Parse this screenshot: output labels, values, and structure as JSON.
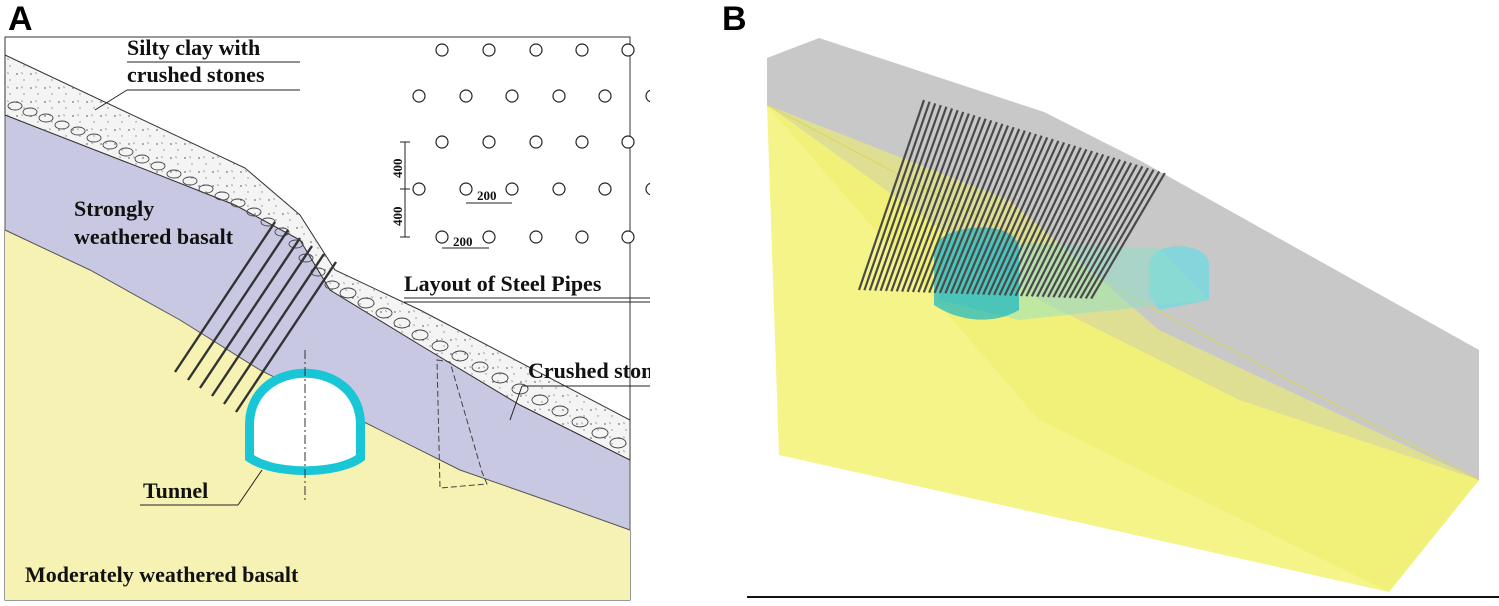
{
  "panels": {
    "a": {
      "letter": "A",
      "labels": {
        "silty_clay_line1": "Silty clay with",
        "silty_clay_line2": "crushed stones",
        "strongly_line1": "Strongly",
        "strongly_line2": "weathered basalt",
        "layout_title": "Layout of Steel Pipes",
        "crushed_stones": "Crushed stones",
        "tunnel": "Tunnel",
        "moderately": "Moderately weathered basalt"
      },
      "dimensions": {
        "v400_upper": "400",
        "v400_lower": "400",
        "h200_upper": "200",
        "h200_lower": "200"
      }
    },
    "b": {
      "letter": "B"
    }
  },
  "colors": {
    "silty_clay_fill": "#f4f4f4",
    "strongly_weathered_fill": "#c9c8e3",
    "moderately_weathered_fill": "#f6f2b4",
    "tunnel_lining": "#19c6d6",
    "model_grey": "#c8c8c8",
    "model_yellow": "#f4f488",
    "model_pipes": "#444444",
    "model_tunnel": "#6fd9e3"
  }
}
